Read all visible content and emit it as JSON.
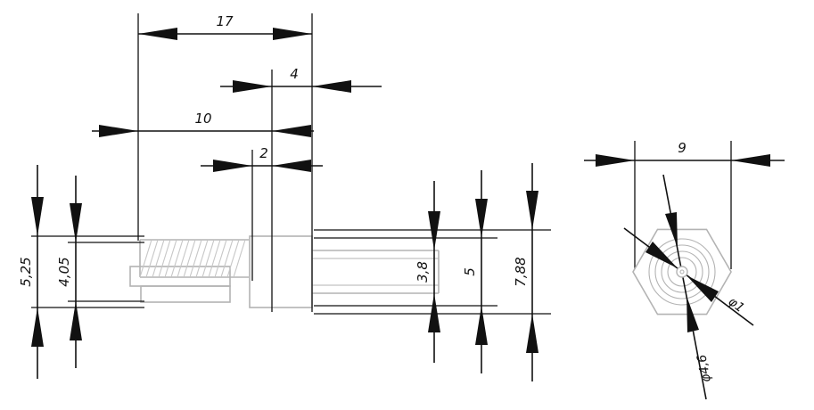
{
  "dims": {
    "top": [
      "17",
      "4",
      "10",
      "2"
    ],
    "left": [
      "5,25",
      "4,05"
    ],
    "right": [
      "3,8",
      "5",
      "7,88"
    ],
    "end": {
      "width": "9",
      "dia_small": "φ1",
      "dia_large": "φ4,6"
    }
  },
  "colors": {
    "dimension": "#111111",
    "part_outline": "#b3b3b3",
    "part_hatch": "#c6c6c6"
  }
}
